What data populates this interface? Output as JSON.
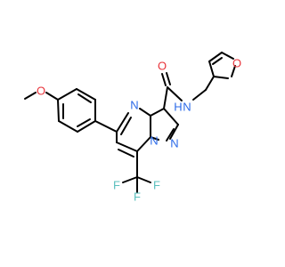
{
  "molecule": {
    "atoms": {
      "o_methoxy": {
        "label": "O",
        "color": "#e8333a"
      },
      "n_ring_top": {
        "label": "N",
        "color": "#2b6ae8"
      },
      "o_carbonyl": {
        "label": "O",
        "color": "#e8333a"
      },
      "nh_amide": {
        "label": "N",
        "color": "#2b6ae8"
      },
      "h_amide": {
        "label": "H",
        "color": "#2b6ae8"
      },
      "o_furan": {
        "label": "O",
        "color": "#e8333a"
      },
      "n_pyrazole_1": {
        "label": "N",
        "color": "#2b6ae8"
      },
      "n_pyrazole_2": {
        "label": "N",
        "color": "#2b6ae8"
      },
      "f_top": {
        "label": "F",
        "color": "#5bc0be"
      },
      "f_left": {
        "label": "F",
        "color": "#5bc0be"
      },
      "f_right": {
        "label": "F",
        "color": "#5bc0be"
      }
    }
  }
}
